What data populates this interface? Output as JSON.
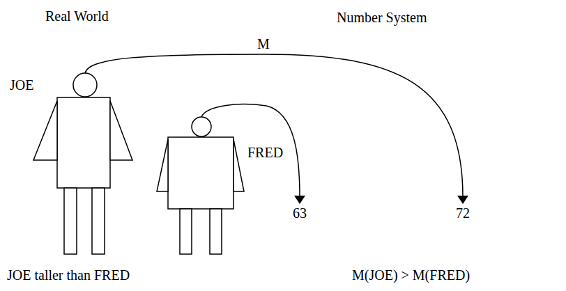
{
  "diagram": {
    "nodes": [
      {
        "text": [
          "JOE"
        ]
      },
      {
        "text": [
          "FRED"
        ]
      },
      {
        "text": [
          "63"
        ]
      },
      {
        "text": [
          "72"
        ]
      }
    ],
    "edges": [
      {
        "from": 0,
        "to": 3,
        "arrow": "to",
        "label": "M"
      },
      {
        "from": 1,
        "to": 2,
        "arrow": "to"
      }
    ],
    "labels": [
      "Real World",
      "Number System",
      "JOE taller than FRED",
      "M(JOE) > M(FRED)"
    ]
  }
}
